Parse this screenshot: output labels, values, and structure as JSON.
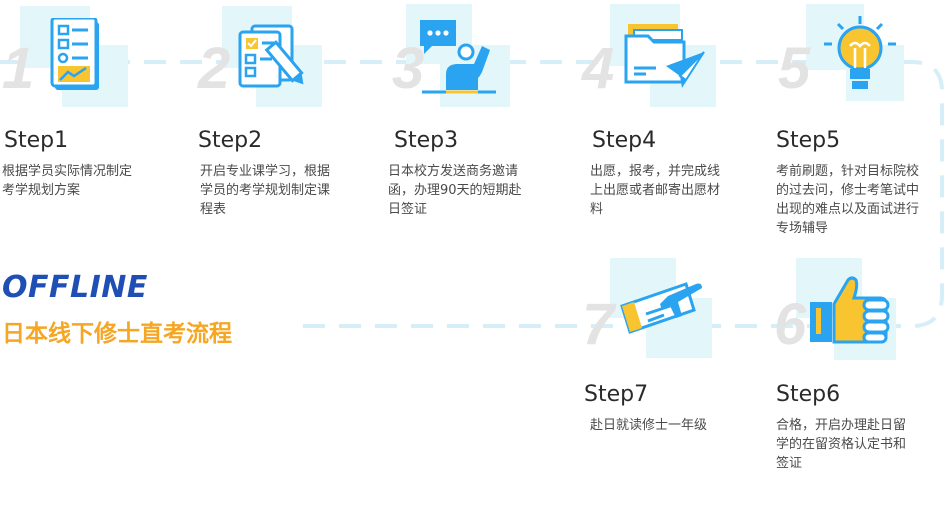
{
  "heading": {
    "offline": "OFFLINE",
    "subtitle": "日本线下修士直考流程"
  },
  "colors": {
    "accent_blue": "#1f4fb5",
    "accent_orange": "#f5a623",
    "dash": "#d6eef7",
    "icon_blue": "#2aa3f0",
    "icon_yellow": "#f8c531"
  },
  "steps": [
    {
      "num": "1",
      "title": "Step1",
      "desc": "根据学员实际情况制定考学规划方案",
      "icon": "checklist-icon"
    },
    {
      "num": "2",
      "title": "Step2",
      "desc": "开启专业课学习，根据学员的考学规划制定课程表",
      "icon": "document-pencil-icon"
    },
    {
      "num": "3",
      "title": "Step3",
      "desc": "日本校方发送商务邀请函，办理90天的短期赴日签证",
      "icon": "chat-person-icon"
    },
    {
      "num": "4",
      "title": "Step4",
      "desc": "出愿，报考，并完成线上出愿或者邮寄出愿材料",
      "icon": "folder-paper-plane-icon"
    },
    {
      "num": "5",
      "title": "Step5",
      "desc": "考前刷题，针对目标院校的过去问，修士考笔试中出现的难点以及面试进行专场辅导",
      "icon": "light-bulb-icon"
    },
    {
      "num": "6",
      "title": "Step6",
      "desc": "合格，开启办理赴日留学的在留资格认定书和签证",
      "icon": "thumbs-up-icon"
    },
    {
      "num": "7",
      "title": "Step7",
      "desc": "赴日就读修士一年级",
      "icon": "plane-ticket-icon"
    }
  ]
}
